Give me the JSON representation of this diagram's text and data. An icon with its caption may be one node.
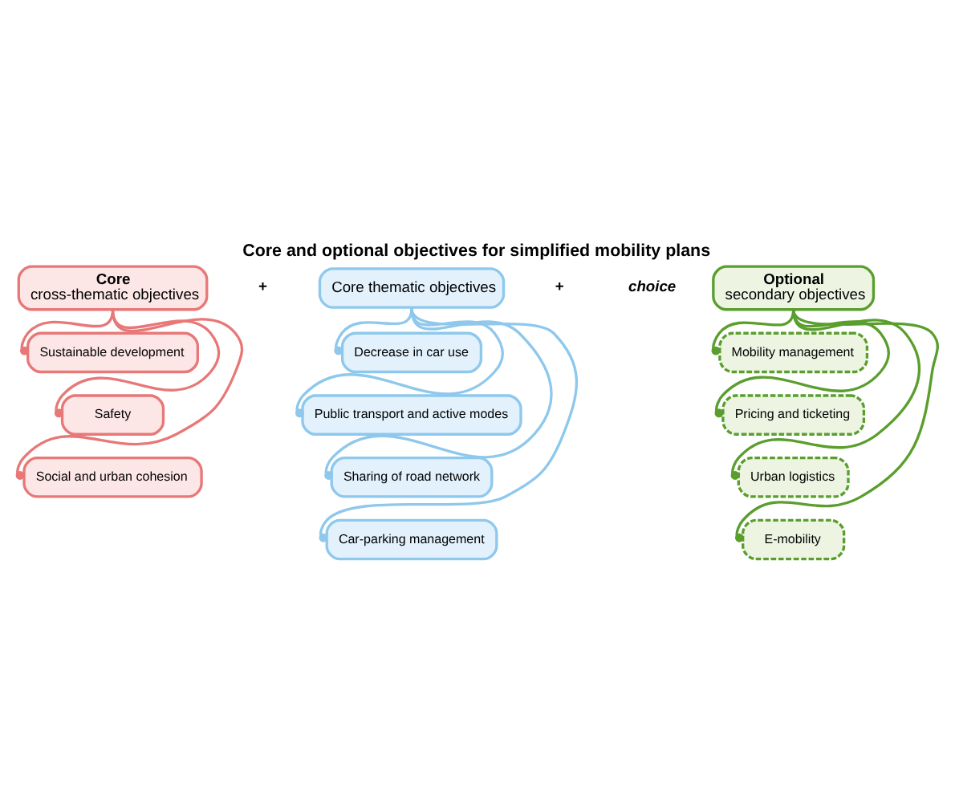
{
  "diagram": {
    "title": "Core and optional objectives for simplified mobility plans",
    "nodes": [
      {
        "text": [
          "Core",
          "cross-thematic objectives"
        ]
      },
      {
        "text": [
          "Sustainable development"
        ]
      },
      {
        "text": [
          "Safety"
        ]
      },
      {
        "text": [
          "Social and urban cohesion"
        ]
      },
      {
        "text": [
          "Core thematic objectives"
        ]
      },
      {
        "text": [
          "Decrease in car use"
        ]
      },
      {
        "text": [
          "Public transport and active modes"
        ]
      },
      {
        "text": [
          "Sharing of road network"
        ]
      },
      {
        "text": [
          "Car-parking management"
        ]
      },
      {
        "text": [
          "Optional",
          "secondary objectives"
        ]
      },
      {
        "text": [
          "Mobility management"
        ]
      },
      {
        "text": [
          "Pricing and ticketing"
        ]
      },
      {
        "text": [
          "Urban logistics"
        ]
      },
      {
        "text": [
          "E-mobility"
        ]
      }
    ],
    "edges": [
      {
        "from": 0,
        "to": 1,
        "arrow": "other",
        "color": "#e87878"
      },
      {
        "from": 0,
        "to": 2,
        "arrow": "other",
        "color": "#e87878"
      },
      {
        "from": 0,
        "to": 3,
        "arrow": "other",
        "color": "#e87878"
      },
      {
        "from": 4,
        "to": 5,
        "arrow": "other"
      },
      {
        "from": 4,
        "to": 6,
        "arrow": "other"
      },
      {
        "from": 4,
        "to": 7,
        "arrow": "other"
      },
      {
        "from": 4,
        "to": 8,
        "arrow": "other"
      },
      {
        "from": 9,
        "to": 10,
        "arrow": "other",
        "color": "#5a9e2e"
      },
      {
        "from": 9,
        "to": 11,
        "arrow": "other",
        "color": "#5a9e2e"
      },
      {
        "from": 9,
        "to": 12,
        "arrow": "other",
        "color": "#5a9e2e"
      },
      {
        "from": 9,
        "to": 13,
        "arrow": "other",
        "color": "#5a9e2e"
      }
    ],
    "labels": [
      "+",
      "+",
      "choice"
    ]
  }
}
